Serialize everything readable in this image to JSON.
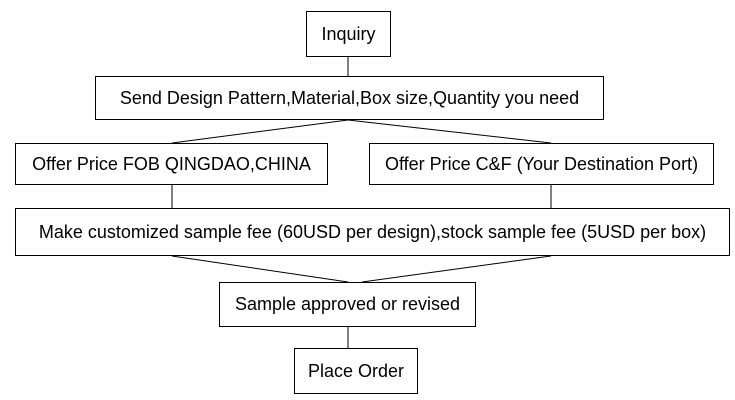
{
  "flowchart": {
    "nodes": {
      "inquiry": "Inquiry",
      "send_details": "Send Design Pattern,Material,Box size,Quantity you need",
      "offer_fob": "Offer Price FOB QINGDAO,CHINA",
      "offer_cf": "Offer Price C&F (Your Destination Port)",
      "sample_fee": "Make customized sample fee (60USD per design),stock sample fee (5USD per box)",
      "sample_approved": "Sample approved or revised",
      "place_order": "Place Order"
    },
    "edges": [
      {
        "from": "inquiry",
        "to": "send_details"
      },
      {
        "from": "send_details",
        "to": "offer_fob"
      },
      {
        "from": "send_details",
        "to": "offer_cf"
      },
      {
        "from": "offer_fob",
        "to": "sample_fee"
      },
      {
        "from": "offer_cf",
        "to": "sample_fee"
      },
      {
        "from": "sample_fee",
        "to": "sample_approved"
      },
      {
        "from": "sample_approved",
        "to": "place_order"
      }
    ],
    "colors": {
      "line": "#000000",
      "box_border": "#000000",
      "text": "#000000",
      "background": "#ffffff"
    }
  }
}
